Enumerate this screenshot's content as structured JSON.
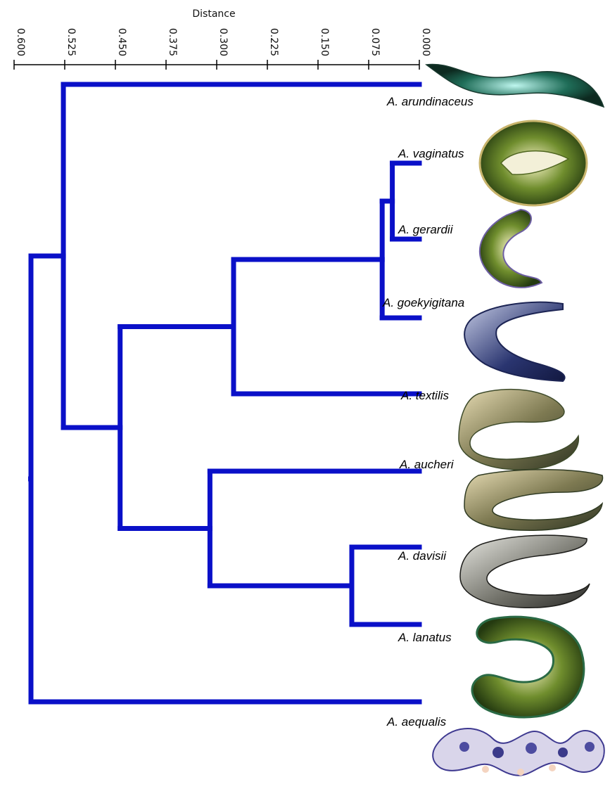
{
  "chart_data": {
    "type": "dendrogram",
    "axis": {
      "title": "Distance",
      "ticks": [
        "0.600",
        "0.525",
        "0.450",
        "0.375",
        "0.300",
        "0.225",
        "0.150",
        "0.075",
        "0.000"
      ],
      "range": [
        0.6,
        0.0
      ]
    },
    "leaves": [
      {
        "name": "A. arundinaceus",
        "image": "leaf-section-cross-cut"
      },
      {
        "name": "A. vaginatus",
        "image": "leaf-section-cross-cut"
      },
      {
        "name": "A. gerardii",
        "image": "leaf-section-cross-cut"
      },
      {
        "name": "A. goekyigitana",
        "image": "leaf-section-cross-cut"
      },
      {
        "name": "A. textilis",
        "image": "leaf-section-cross-cut"
      },
      {
        "name": "A. aucheri",
        "image": "leaf-section-cross-cut"
      },
      {
        "name": "A. davisii",
        "image": "leaf-section-cross-cut"
      },
      {
        "name": "A. lanatus",
        "image": "leaf-section-cross-cut"
      },
      {
        "name": "A. aequalis",
        "image": "leaf-section-cross-cut"
      }
    ],
    "merges": [
      {
        "a": "A. vaginatus",
        "b": "A. gerardii",
        "height": 0.04
      },
      {
        "a": "A. vaginatus+A. gerardii",
        "b": "A. goekyigitana",
        "height": 0.055
      },
      {
        "a": "A. vaginatus+A. gerardii+A. goekyigitana",
        "b": "A. textilis",
        "height": 0.275
      },
      {
        "a": "A. davisii",
        "b": "A. lanatus",
        "height": 0.1
      },
      {
        "a": "A. davisii+A. lanatus",
        "b": "A. aucheri",
        "height": 0.31
      },
      {
        "a": "A. vaginatus..A. textilis",
        "b": "A. aucheri..A. lanatus",
        "height": 0.443
      },
      {
        "a": "A. arundinaceus",
        "b": "A. vaginatus..A. lanatus",
        "height": 0.527
      },
      {
        "a": "A. arundinaceus..A. lanatus",
        "b": "A. aequalis",
        "height": 0.575
      }
    ],
    "branch_color": "#0a10c8"
  }
}
